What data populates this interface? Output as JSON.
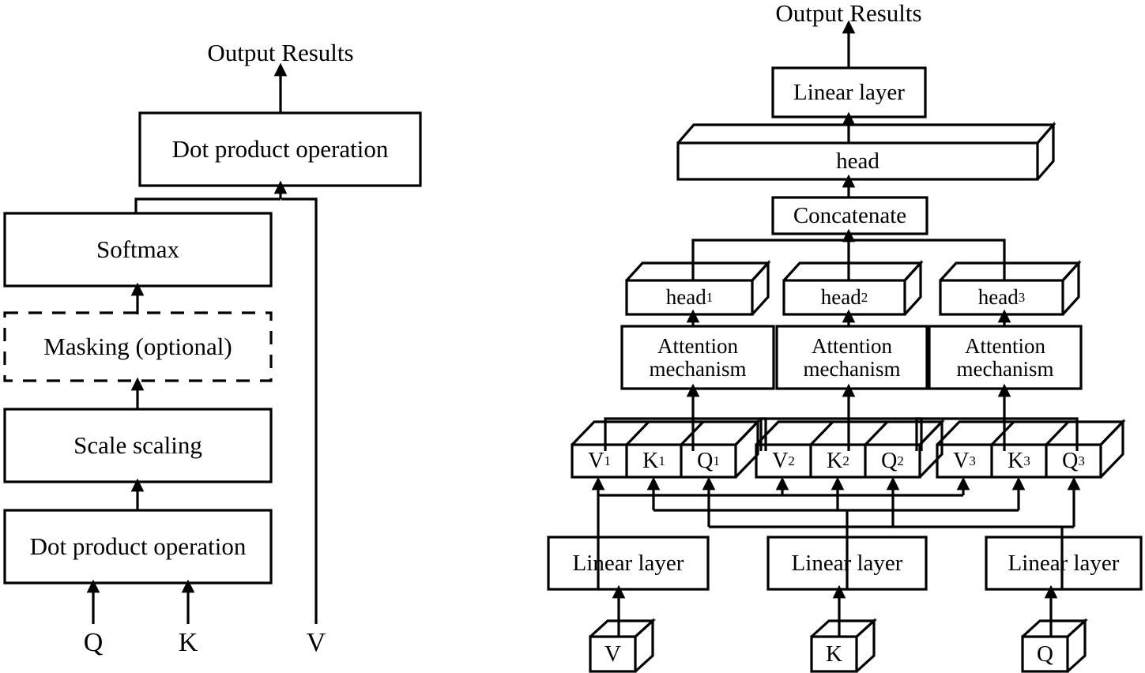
{
  "figure": {
    "type": "diagram",
    "title": "Scaled dot-product attention and multi-head attention architecture",
    "panels": [
      {
        "name": "scaled-dot-product-attention",
        "output_label": "Output Results",
        "blocks": [
          {
            "id": "dot-product-top",
            "label": "Dot product operation",
            "style": "solid"
          },
          {
            "id": "softmax",
            "label": "Softmax",
            "style": "solid"
          },
          {
            "id": "masking",
            "label": "Masking (optional)",
            "style": "dashed"
          },
          {
            "id": "scale-scaling",
            "label": "Scale scaling",
            "style": "solid"
          },
          {
            "id": "dot-product-bottom",
            "label": "Dot product operation",
            "style": "solid"
          }
        ],
        "inputs": [
          {
            "id": "q",
            "label": "Q"
          },
          {
            "id": "k",
            "label": "K"
          },
          {
            "id": "v",
            "label": "V"
          }
        ]
      },
      {
        "name": "multi-head-attention",
        "output_label": "Output Results",
        "blocks": [
          {
            "id": "linear-out",
            "label": "Linear layer",
            "style": "solid"
          },
          {
            "id": "head-bar",
            "label": "head",
            "style": "cuboid"
          },
          {
            "id": "concatenate",
            "label": "Concatenate",
            "style": "solid"
          }
        ],
        "heads": [
          {
            "id": "head1",
            "label": "head",
            "sub": "1"
          },
          {
            "id": "head2",
            "label": "head",
            "sub": "2"
          },
          {
            "id": "head3",
            "label": "head",
            "sub": "3"
          }
        ],
        "attention_blocks": [
          {
            "id": "attn1",
            "line1": "Attention",
            "line2": "mechanism"
          },
          {
            "id": "attn2",
            "line1": "Attention",
            "line2": "mechanism"
          },
          {
            "id": "attn3",
            "line1": "Attention",
            "line2": "mechanism"
          }
        ],
        "qkv_groups": [
          {
            "id": "g1",
            "slots": [
              {
                "label": "V",
                "sub": "1"
              },
              {
                "label": "K",
                "sub": "1"
              },
              {
                "label": "Q",
                "sub": "1"
              }
            ]
          },
          {
            "id": "g2",
            "slots": [
              {
                "label": "V",
                "sub": "2"
              },
              {
                "label": "K",
                "sub": "2"
              },
              {
                "label": "Q",
                "sub": "2"
              }
            ]
          },
          {
            "id": "g3",
            "slots": [
              {
                "label": "V",
                "sub": "3"
              },
              {
                "label": "K",
                "sub": "3"
              },
              {
                "label": "Q",
                "sub": "3"
              }
            ]
          }
        ],
        "linear_layers": [
          {
            "id": "lin-v",
            "label": "Linear layer"
          },
          {
            "id": "lin-k",
            "label": "Linear layer"
          },
          {
            "id": "lin-q",
            "label": "Linear layer"
          }
        ],
        "input_cubes": [
          {
            "id": "cube-v",
            "label": "V"
          },
          {
            "id": "cube-k",
            "label": "K"
          },
          {
            "id": "cube-q",
            "label": "Q"
          }
        ]
      }
    ],
    "colors": {
      "stroke": "#000000",
      "fill": "#ffffff",
      "background": "#ffffff"
    }
  }
}
